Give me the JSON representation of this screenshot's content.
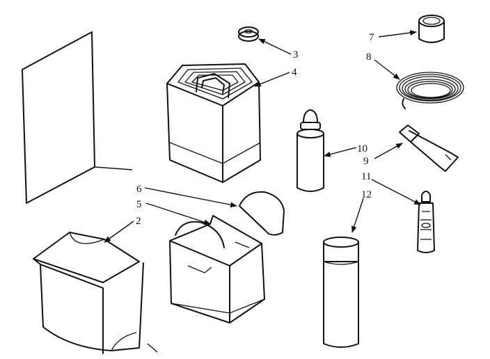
{
  "diagram": {
    "callouts": [
      {
        "key": "c3",
        "text": "3"
      },
      {
        "key": "c4",
        "text": "4"
      },
      {
        "key": "c7",
        "text": "7"
      },
      {
        "key": "c8",
        "text": "8"
      },
      {
        "key": "c10",
        "text": "10"
      },
      {
        "key": "c9",
        "text": "9"
      },
      {
        "key": "c11",
        "text": "11"
      },
      {
        "key": "c12",
        "text": "12"
      },
      {
        "key": "c6",
        "text": "6"
      },
      {
        "key": "c5",
        "text": "5"
      },
      {
        "key": "c2",
        "text": "2"
      }
    ]
  }
}
